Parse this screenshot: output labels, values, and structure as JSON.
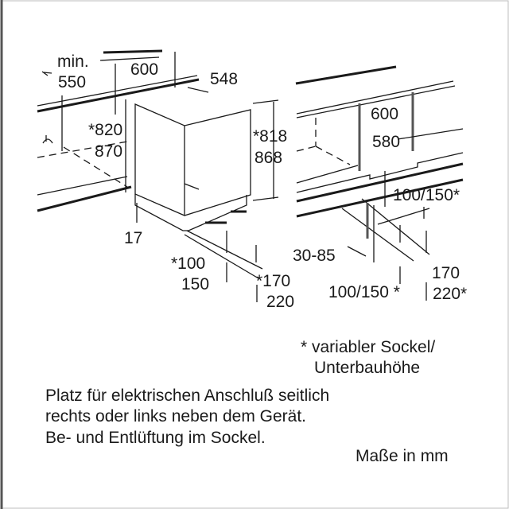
{
  "left_diagram": {
    "min_label": "min.",
    "min_value": "550",
    "width_niche": "600",
    "depth": "548",
    "niche_height_a": "*820",
    "niche_height_b": "870",
    "appliance_height_a": "*818",
    "appliance_height_b": "868",
    "side_gap": "17",
    "plinth_a": "*100",
    "plinth_b": "150",
    "vent_a": "*170",
    "vent_b": "220"
  },
  "right_diagram": {
    "width_niche": "600",
    "width_inner": "580",
    "plinth_top": "100/150*",
    "plinth_depth": "30-85",
    "vent_a": "170",
    "plinth_bottom": "100/150 *",
    "vent_b": "220*"
  },
  "footnote": {
    "line1": "* variabler Sockel/",
    "line2": "Unterbauhöhe"
  },
  "notes": {
    "line1": "Platz für elektrischen Anschluß seitlich",
    "line2": "rechts oder links neben dem Gerät.",
    "line3": "Be- und Entlüftung im Sockel."
  },
  "units": "Maße in mm"
}
